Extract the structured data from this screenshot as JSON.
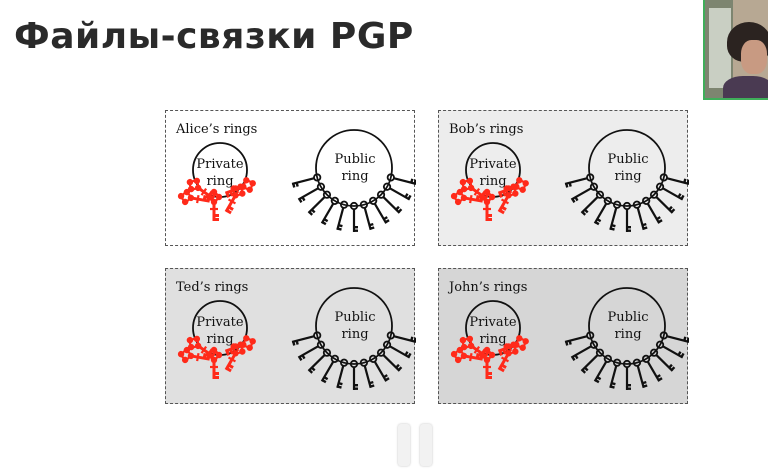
{
  "slide": {
    "title": "Файлы-связки PGP"
  },
  "panels": [
    {
      "owner_label": "Alice’s rings",
      "private_label_1": "Private",
      "private_label_2": "ring",
      "public_label_1": "Public",
      "public_label_2": "ring"
    },
    {
      "owner_label": "Bob’s rings",
      "private_label_1": "Private",
      "private_label_2": "ring",
      "public_label_1": "Public",
      "public_label_2": "ring"
    },
    {
      "owner_label": "Ted’s rings",
      "private_label_1": "Private",
      "private_label_2": "ring",
      "public_label_1": "Public",
      "public_label_2": "ring"
    },
    {
      "owner_label": "John’s rings",
      "private_label_1": "Private",
      "private_label_2": "ring",
      "public_label_1": "Public",
      "public_label_2": "ring"
    }
  ],
  "colors": {
    "private_key": "#ff2a1a",
    "public_key": "#111111"
  },
  "icons": {
    "private_key": "red-key-icon",
    "public_key": "black-key-icon",
    "pause": "pause-icon"
  }
}
